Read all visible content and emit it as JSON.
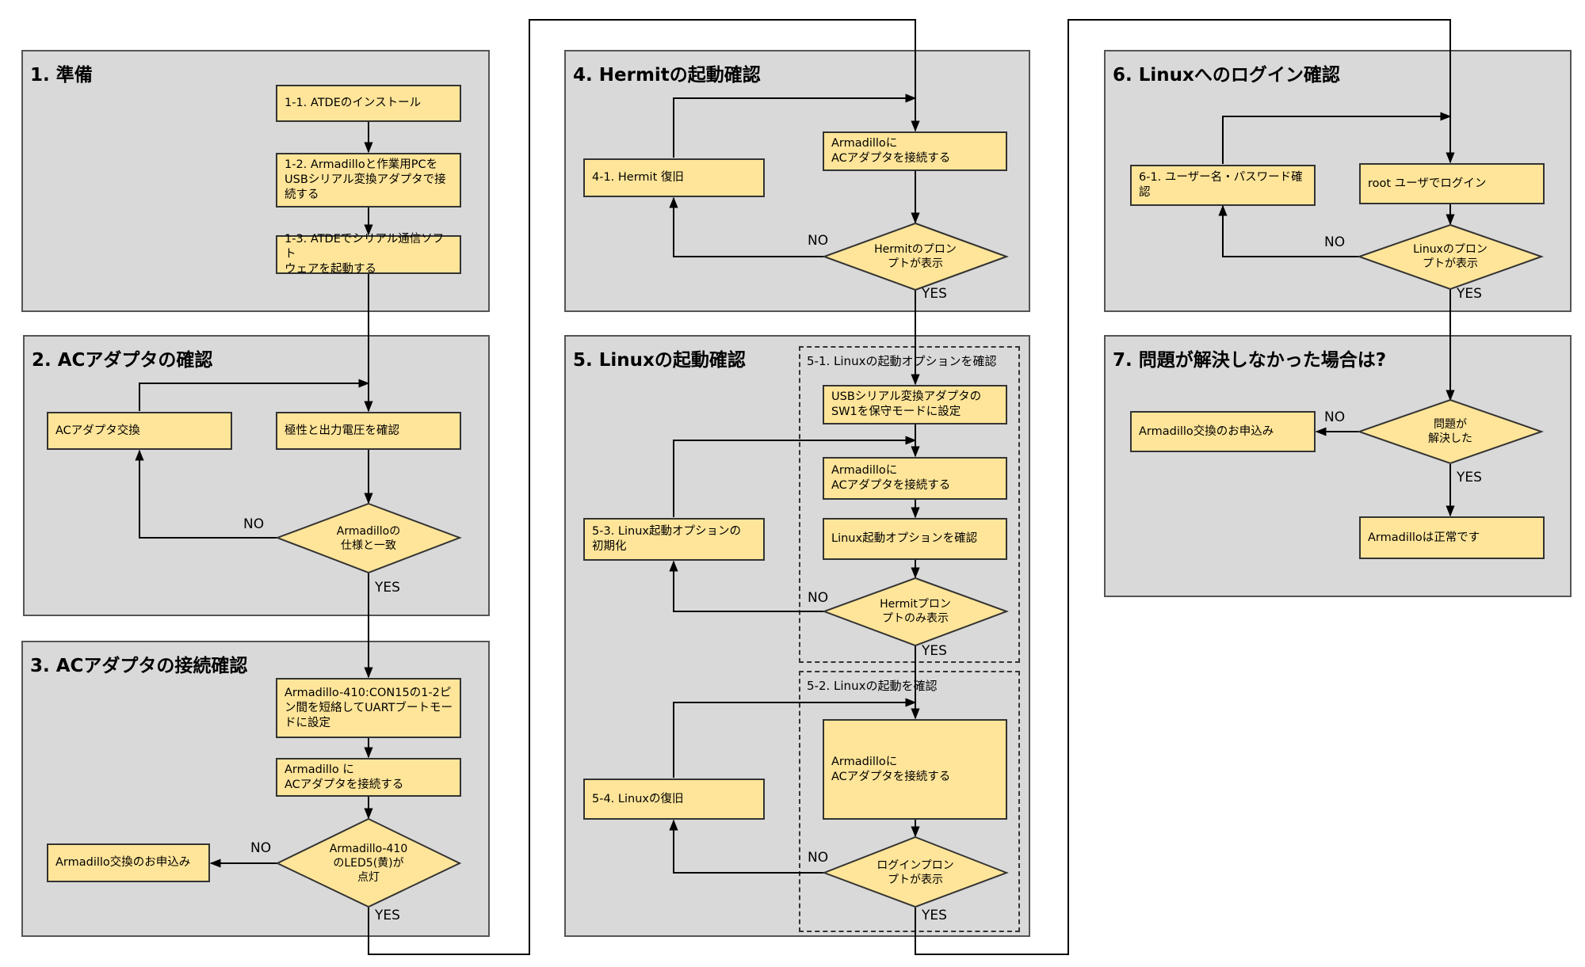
{
  "panels": {
    "p1": "1.  準備",
    "p2": "2.  ACアダプタの確認",
    "p3": "3.  ACアダプタの接続確認",
    "p4": "4.  Hermitの起動確認",
    "p5": "5.  Linuxの起動確認",
    "p6": "6.  Linuxへのログイン確認",
    "p7": "7.  問題が解決しなかった場合は?"
  },
  "groups": {
    "g51": "5-1. Linuxの起動オプションを確認",
    "g52": "5-2. Linuxの起動を確認"
  },
  "boxes": {
    "b11": "1-1. ATDEのインストール",
    "b12": "1-2. Armadilloと作業用PCを\nUSBシリアル変換アダプタで接\n続する",
    "b13": "1-3. ATDEでシリアル通信ソフト\nウェアを起動する",
    "b2a": "ACアダプタ交換",
    "b2b": "極性と出力電圧を確認",
    "b3a": "Armadillo-410:CON15の1-2ピ\nン間を短絡してUARTブートモー\nドに設定",
    "b3b": "Armadillo に\nACアダプタを接続する",
    "b3c": "Armadillo交換のお申込み",
    "b4a": "Armadilloに\nACアダプタを接続する",
    "b4b": "4-1. Hermit 復旧",
    "b5a": "USBシリアル変換アダプタの\nSW1を保守モードに設定",
    "b5b": "Armadilloに\nACアダプタを接続する",
    "b5c": "Linux起動オプションを確認",
    "b5d": "5-3. Linux起動オプションの\n初期化",
    "b5e": "Armadilloに\nACアダプタを接続する",
    "b5f": "5-4. Linuxの復旧",
    "b6a": "6-1. ユーザー名・パスワード確\n認",
    "b6b": "root ユーザでログイン",
    "b7a": "Armadillo交換のお申込み",
    "b7b": "Armadilloは正常です"
  },
  "decisions": {
    "d2": "Armadilloの\n仕様と一致",
    "d3": "Armadillo-410\nのLED5(黄)が\n点灯",
    "d4": "Hermitのプロン\nプトが表示",
    "d51": "Hermitプロン\nプトのみ表示",
    "d52": "ログインプロン\nプトが表示",
    "d6": "Linuxのプロン\nプトが表示",
    "d7": "問題が\n解決した"
  },
  "labels": {
    "yes": "YES",
    "no": "NO"
  },
  "colors": {
    "panel_fill": "#d9d9d9",
    "box_fill": "#ffe599",
    "line": "#000000"
  }
}
